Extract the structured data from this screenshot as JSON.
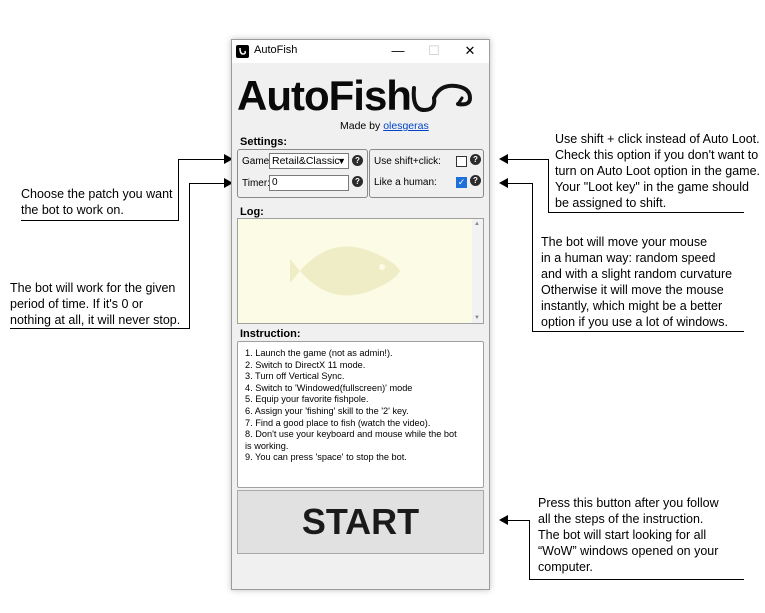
{
  "window": {
    "title": "AutoFish",
    "minimize_icon": "minimize-icon",
    "maximize_icon": "maximize-icon",
    "close_icon": "close-icon"
  },
  "header": {
    "logo_text": "AutoFish",
    "made_by_prefix": "Made by ",
    "author": "olesgeras"
  },
  "settings": {
    "title": "Settings:",
    "game_label": "Game:",
    "game_value": "Retail&Classic",
    "timer_label": "Timer:",
    "timer_value": "0",
    "shift_label": "Use shift+click:",
    "shift_checked": false,
    "human_label": "Like a human:",
    "human_checked": true,
    "help_glyph": "?"
  },
  "log": {
    "title": "Log:"
  },
  "instruction": {
    "title": "Instruction:",
    "lines": [
      "1. Launch the game (not as admin!).",
      "2. Switch to DirectX 11 mode.",
      "3. Turn off Vertical Sync.",
      "4. Switch to 'Windowed(fullscreen)' mode",
      "5. Equip your favorite fishpole.",
      "6. Assign your 'fishing' skill to the '2' key.",
      "7. Find a good place to fish (watch the video).",
      "8. Don't use your keyboard and mouse while the bot",
      "is working.",
      "9. You can press 'space' to stop the bot."
    ]
  },
  "start_button": "START",
  "annotations": {
    "patch": [
      "Choose the patch you want",
      "the bot to work on."
    ],
    "timer": [
      "The bot will work for the given",
      "period of time. If it's 0 or",
      "nothing at all, it will never stop."
    ],
    "shift": [
      "Use shift + click instead of Auto Loot.",
      "Check this option if you don't want to",
      "turn on Auto Loot option in the game.",
      "Your \"Loot key\" in the game should",
      "be assigned to shift."
    ],
    "human": [
      "The bot will move your mouse",
      "in a human way: random speed",
      "and with a slight random curvature",
      "Otherwise it will move the mouse",
      "instantly, which might be a better",
      "option if you use a lot of windows."
    ],
    "start": [
      "Press this button after you follow",
      "all the steps of the instruction.",
      "The bot will start looking for all",
      "“WoW” windows opened on your",
      "computer."
    ]
  },
  "colors": {
    "log_background": "#fcfbe6",
    "checkbox_checked": "#1e6fd9",
    "link": "#0044cc"
  }
}
